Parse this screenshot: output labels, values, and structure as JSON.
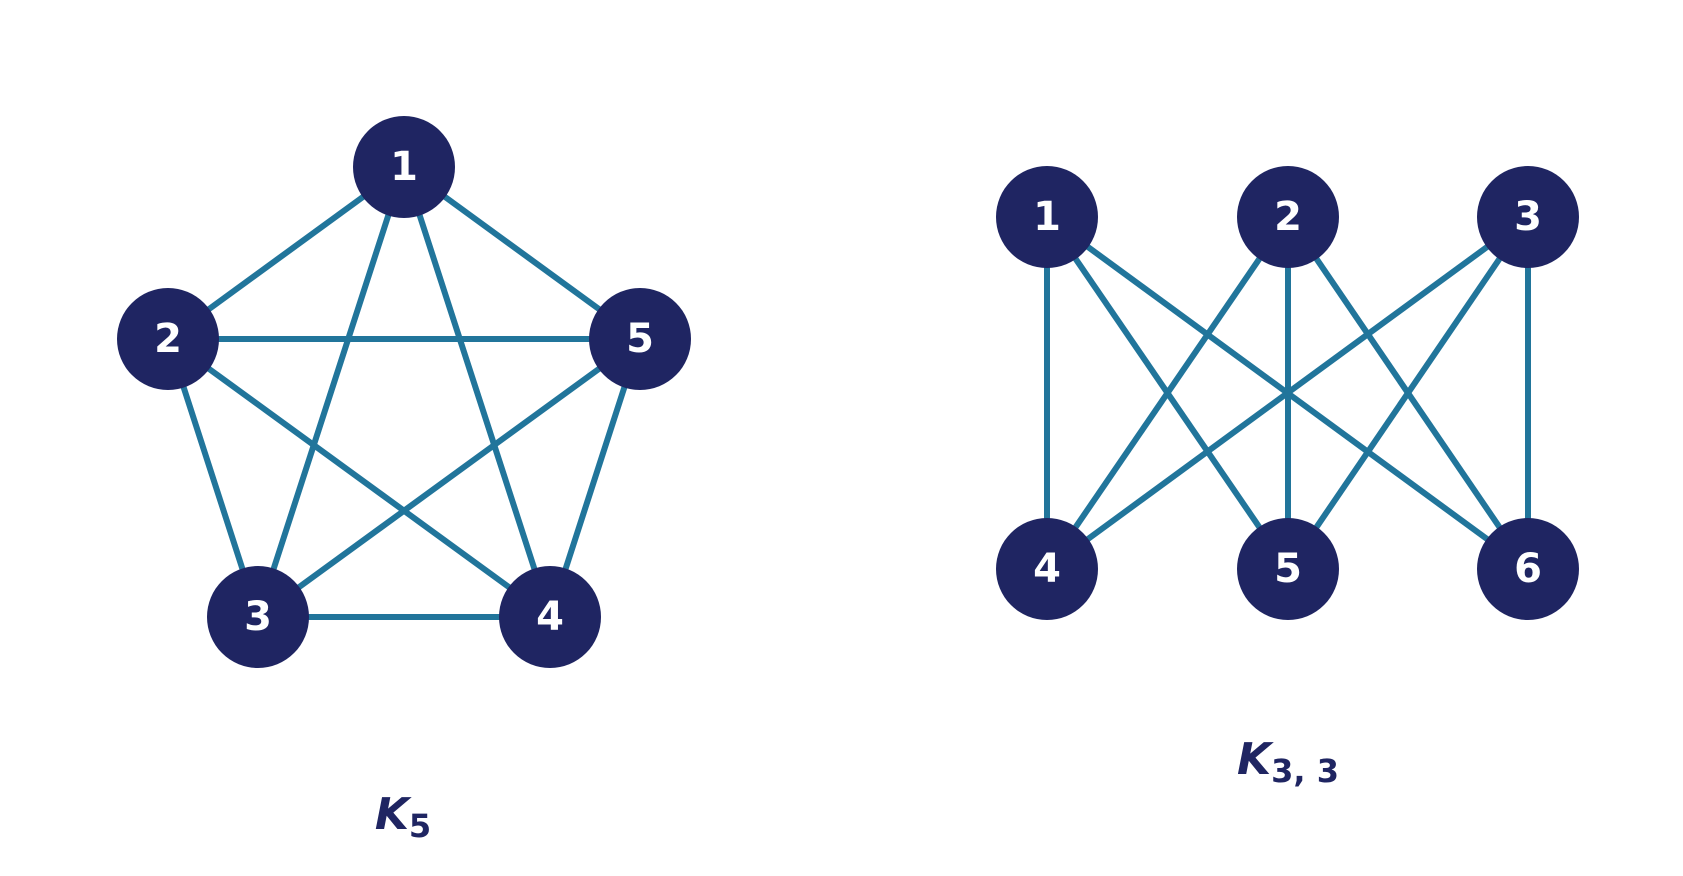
{
  "graphs": [
    {
      "id": "k5",
      "title": "K",
      "title_subscript": "5",
      "nodes": [
        "1",
        "2",
        "3",
        "4",
        "5"
      ],
      "edges": [
        [
          "1",
          "2"
        ],
        [
          "1",
          "3"
        ],
        [
          "1",
          "4"
        ],
        [
          "1",
          "5"
        ],
        [
          "2",
          "3"
        ],
        [
          "2",
          "4"
        ],
        [
          "2",
          "5"
        ],
        [
          "3",
          "4"
        ],
        [
          "3",
          "5"
        ],
        [
          "4",
          "5"
        ]
      ]
    },
    {
      "id": "k33",
      "title": "K",
      "title_subscript": "3, 3",
      "nodes": [
        "1",
        "2",
        "3",
        "4",
        "5",
        "6"
      ],
      "edges": [
        [
          "1",
          "4"
        ],
        [
          "1",
          "5"
        ],
        [
          "1",
          "6"
        ],
        [
          "2",
          "4"
        ],
        [
          "2",
          "5"
        ],
        [
          "2",
          "6"
        ],
        [
          "3",
          "4"
        ],
        [
          "3",
          "5"
        ],
        [
          "3",
          "6"
        ]
      ]
    }
  ],
  "colors": {
    "node_fill": "#1f2562",
    "node_label": "#ffffff",
    "edge": "#21759b",
    "title": "#1f2562"
  }
}
